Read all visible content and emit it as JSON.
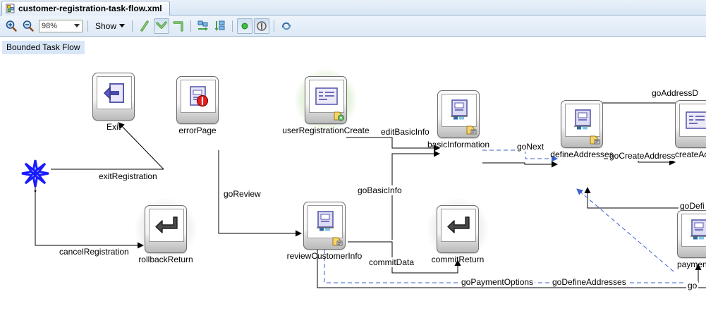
{
  "window": {
    "tab_title": "customer-registration-task-flow.xml",
    "tab_icon": "xml-file-icon"
  },
  "toolbar": {
    "zoom_in_icon": "zoom-in-icon",
    "zoom_out_icon": "zoom-out-icon",
    "zoom_value": "98%",
    "zoom_caret_icon": "chevron-down-icon",
    "show_label": "Show",
    "show_caret_icon": "chevron-down-icon",
    "route_direct_icon": "route-direct-line-icon",
    "route_elbow_icon": "route-elbow-line-icon",
    "route_orthogonal_icon": "route-orthogonal-line-icon",
    "align_horizontal_icon": "align-horizontal-icon",
    "align_vertical_icon": "align-vertical-icon",
    "status_ok_icon": "status-ok-dot-icon",
    "status_info_icon": "status-info-icon",
    "refresh_icon": "refresh-icon"
  },
  "canvas": {
    "bounded_label": "Bounded Task Flow"
  },
  "nodes": [
    {
      "id": "exit",
      "label": "Exit",
      "icon": "exit-arrow-icon",
      "halo": "none"
    },
    {
      "id": "errorPage",
      "label": "errorPage",
      "icon": "page-error-icon",
      "halo": "none"
    },
    {
      "id": "userRegistrationCreate",
      "label": "userRegistrationCreate",
      "icon": "page-list-icon",
      "halo": "green"
    },
    {
      "id": "basicInformation",
      "label": "basicInformation",
      "icon": "page-form-icon",
      "halo": "none"
    },
    {
      "id": "defineAddresses",
      "label": "defineAddresses",
      "icon": "page-form-icon",
      "halo": "none"
    },
    {
      "id": "createAddress",
      "label": "createAdd",
      "icon": "page-list-icon",
      "halo": "none"
    },
    {
      "id": "rollbackReturn",
      "label": "rollbackReturn",
      "icon": "return-arrow-icon",
      "halo": "grey"
    },
    {
      "id": "reviewCustomerInfo",
      "label": "reviewCustomerInfo",
      "icon": "page-form-icon",
      "halo": "none"
    },
    {
      "id": "commitReturn",
      "label": "commitReturn",
      "icon": "return-arrow-icon",
      "halo": "grey"
    },
    {
      "id": "paymentOptions",
      "label": "paymentO",
      "icon": "page-form-icon",
      "halo": "none"
    }
  ],
  "wildcard": {
    "id": "wildcard",
    "label": "*",
    "icon": "wildcard-star-icon"
  },
  "edges": [
    {
      "id": "exitRegistration",
      "label": "exitRegistration",
      "style": "solid"
    },
    {
      "id": "cancelRegistration",
      "label": "cancelRegistration",
      "style": "solid"
    },
    {
      "id": "goReview",
      "label": "goReview",
      "style": "solid"
    },
    {
      "id": "editBasicInfo",
      "label": "editBasicInfo",
      "style": "solid"
    },
    {
      "id": "goBasicInfo",
      "label": "goBasicInfo",
      "style": "solid"
    },
    {
      "id": "goNext",
      "label": "goNext",
      "style": "dashed"
    },
    {
      "id": "goCreateAddress",
      "label": "goCreateAddress",
      "style": "solid"
    },
    {
      "id": "goAddressDetails",
      "label": "goAddressD",
      "style": "solid"
    },
    {
      "id": "goDefine",
      "label": "goDefi",
      "style": "solid"
    },
    {
      "id": "commitData",
      "label": "commitData",
      "style": "solid"
    },
    {
      "id": "goPaymentOptions",
      "label": "goPaymentOptions",
      "style": "dashed"
    },
    {
      "id": "goDefineAddresses",
      "label": "goDefineAddresses",
      "style": "dashed"
    },
    {
      "id": "goEdge",
      "label": "go",
      "style": "solid"
    }
  ],
  "colors": {
    "dashed_edge": "#3a5fcd",
    "solid_edge": "#000000",
    "green_halo": "#9acd7c",
    "wildcard": "#1a1aff"
  }
}
